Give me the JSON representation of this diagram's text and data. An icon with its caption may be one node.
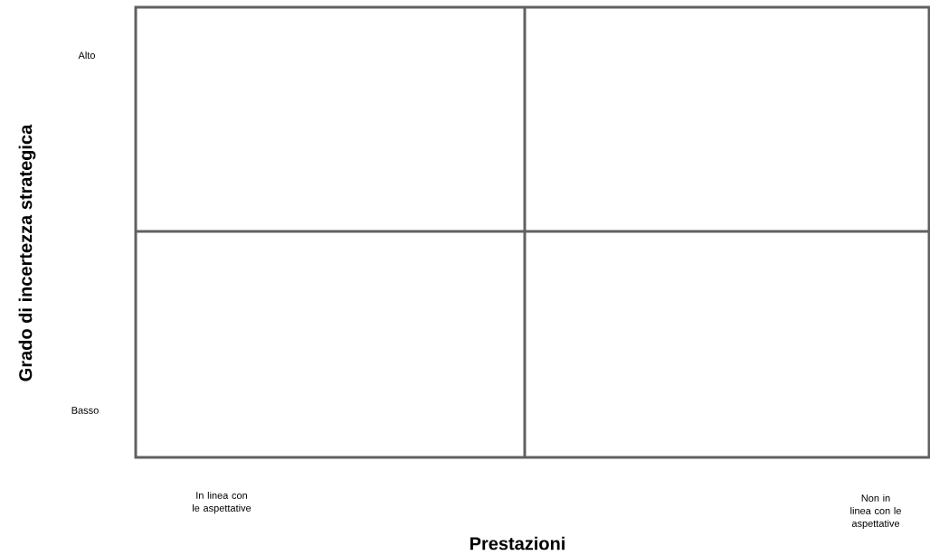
{
  "diagram": {
    "labels": [
      "Grado di incertezza strategica",
      "Alto",
      "Basso",
      "In linea con le aspettative",
      "Non in linea con le aspettative",
      "Prestazioni"
    ]
  }
}
